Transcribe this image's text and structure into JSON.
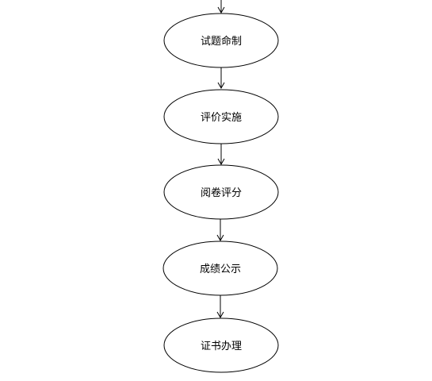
{
  "diagram": {
    "nodes": [
      {
        "id": "n1",
        "label": "试题命制"
      },
      {
        "id": "n2",
        "label": "评价实施"
      },
      {
        "id": "n3",
        "label": "阅卷评分"
      },
      {
        "id": "n4",
        "label": "成绩公示"
      },
      {
        "id": "n5",
        "label": "证书办理"
      }
    ],
    "edges": [
      {
        "from": "",
        "to": "n1"
      },
      {
        "from": "n1",
        "to": "n2"
      },
      {
        "from": "n2",
        "to": "n3"
      },
      {
        "from": "n3",
        "to": "n4"
      },
      {
        "from": "n4",
        "to": "n5"
      }
    ]
  }
}
